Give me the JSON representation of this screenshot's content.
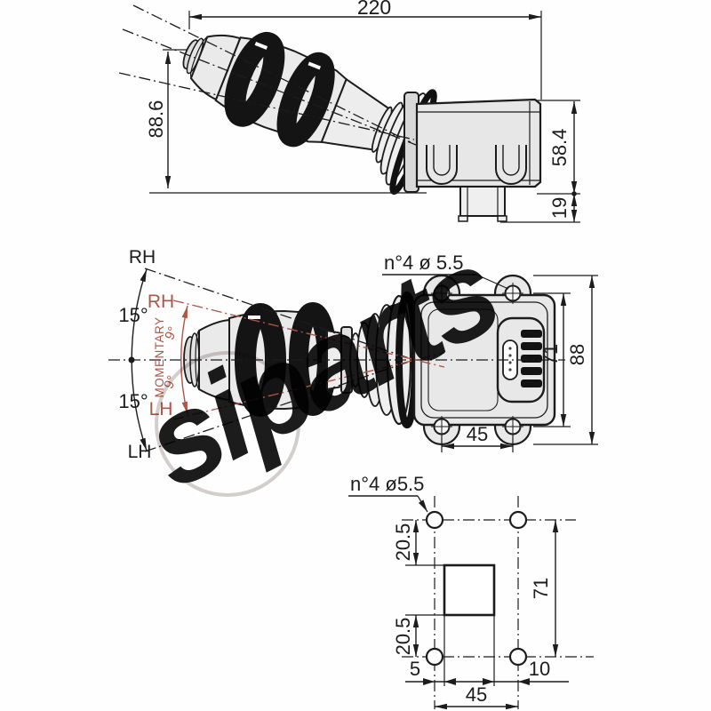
{
  "drawing": {
    "watermark_text": "siparts",
    "side_view": {
      "overall_length": "220",
      "lever_height": "88.6",
      "body_height": "58.4",
      "connector_height": "19"
    },
    "front_view": {
      "throw_upper_label": "RH",
      "throw_lower_label": "LH",
      "momentary_upper_label": "RH",
      "momentary_lower_label": "LH",
      "throw_upper_angle": "15°",
      "throw_lower_angle": "15°",
      "momentary_upper_angle": "9°",
      "momentary_lower_angle": "9°",
      "momentary_label": "MOMENTARY",
      "holes_note": "n°4 ø 5.5",
      "hole_pitch_vertical": "71",
      "body_height": "88",
      "hole_pitch_horizontal": "45"
    },
    "mounting_view": {
      "holes_note": "n°4 ø5.5",
      "hole_offset_top": "20.5",
      "hole_offset_bottom": "20.5",
      "hole_pitch_vertical": "71",
      "cutout_offset_left": "5",
      "cutout_offset_right": "10",
      "hole_pitch_horizontal": "45"
    }
  }
}
